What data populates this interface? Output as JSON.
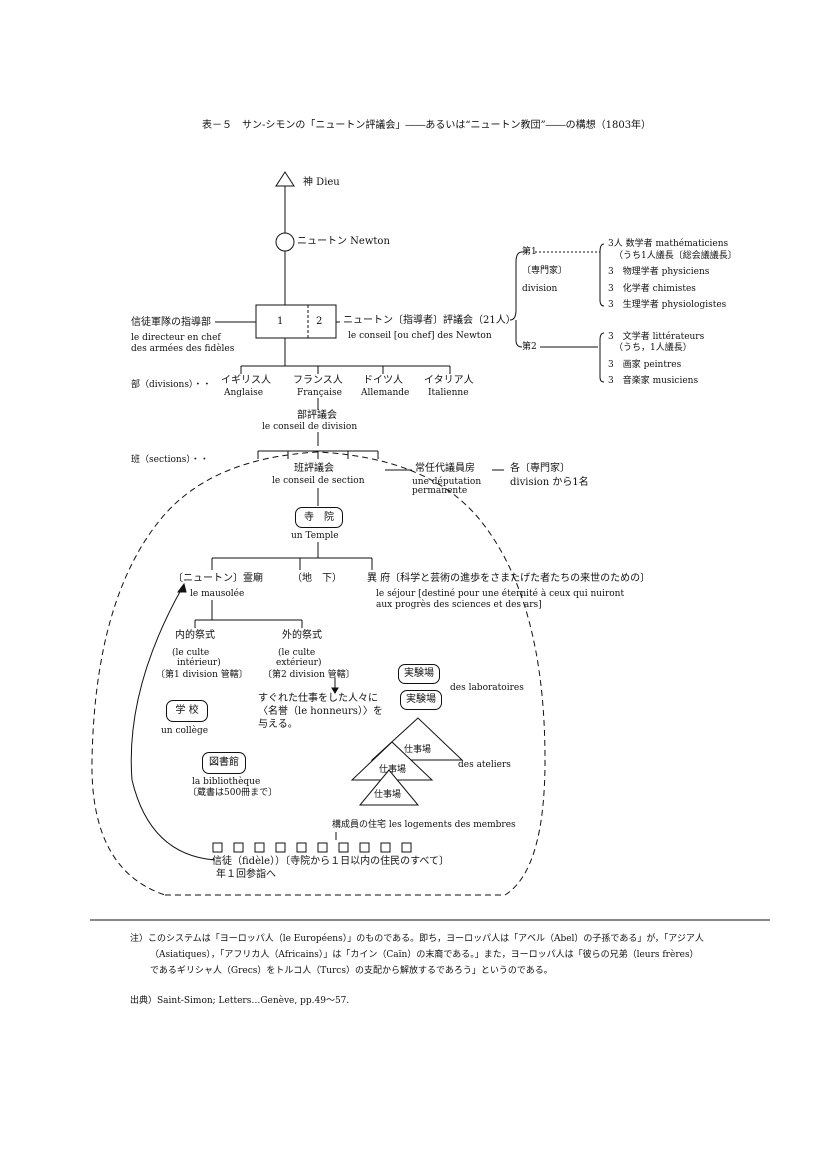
{
  "title": "表－５　サン-シモンの「ニュートン評議会」――あるいは“ニュートン教団”――の構想（1803年）",
  "nodes": {
    "god": "神 Dieu",
    "newton": "ニュートン Newton",
    "council": "ニュートン〔指導者〕評議会（21人）",
    "council_fr": "le conseil [ou chef] des Newton",
    "box1": "1",
    "box2": "2",
    "leaders": "信徒軍隊の指導部",
    "leaders_fr1": "le directeur en chef",
    "leaders_fr2": "des armées des fidèles",
    "divisions_label": "部（divisions）・・",
    "nations": [
      {
        "jp": "イギリス人",
        "fr": "Anglaise"
      },
      {
        "jp": "フランス人",
        "fr": "Française"
      },
      {
        "jp": "ドイツ人",
        "fr": "Allemande"
      },
      {
        "jp": "イタリア人",
        "fr": "Italienne"
      }
    ],
    "division_council": "部評議会",
    "division_council_fr": "le conseil de division",
    "sections_label": "班（sections）・・",
    "section_council": "班評議会",
    "section_council_fr": "le conseil de section",
    "permanent": "常任代議員房",
    "permanent_fr1": "une députation",
    "permanent_fr2": "permanente",
    "each": "各〔専門家〕",
    "each2": "division から1名",
    "temple": "寺　院",
    "temple_fr": "un Temple",
    "mausoleum": "〔ニュートン〕霊廟",
    "mausoleum_fr": "le mausolée",
    "underground": "（地　下）",
    "elysium": "異 府〔科学と芸術の進歩をさまたげた者たちの来世のための〕",
    "elysium_fr1": "le séjour [destiné pour une éternité à ceux qui nuiront",
    "elysium_fr2": "aux progrès des sciences et des ars]",
    "inner_rite": "内的祭式",
    "inner_fr1": "(le culte",
    "inner_fr2": "intérieur)",
    "inner_note": "〔第1 division 管轄〕",
    "outer_rite": "外的祭式",
    "outer_fr1": "(le culte",
    "outer_fr2": "extérieur)",
    "outer_note": "〔第2 division 管轄〕",
    "honors1": "すぐれた仕事をした人々に",
    "honors2": "〈名誉（le honneurs）〉を",
    "honors3": "与える。",
    "school": "学 校",
    "school_fr": "un collège",
    "library": "図書館",
    "library_fr": "la bibliothèque",
    "library_note": "〔蔵書は500冊まで〕",
    "lab1": "実験場",
    "lab2": "実験場",
    "labs_fr": "des laboratoires",
    "workshop1": "仕事場",
    "workshop2": "仕事場",
    "workshop3": "仕事場",
    "workshops_fr": "des ateliers",
    "housing": "構成員の住宅 les logements des membres",
    "believers": "信徒（fidèle））〔寺院から１日以内の住民のすべて〕",
    "yearly": "年１回参詣へ"
  },
  "divisions_side": {
    "div1_a": "第1",
    "div1_b": "〔専門家〕",
    "div1_c": "division",
    "div1_items": [
      "3人 数学者 mathématiciens",
      "（うち1人議長〔総会議議長〕",
      "3　物理学者 physiciens",
      "3　化学者 chimistes",
      "3　生理学者 physiologistes"
    ],
    "div2": "第2",
    "div2_items": [
      "3　文学者 littérateurs",
      "（うち，1人議長）",
      "3　画家 peintres",
      "3　音楽家 musiciens"
    ]
  },
  "footnote": {
    "note1": "注）このシステムは「ヨーロッパ人（le Européens）」のものである。即ち，ヨーロッパ人は「アベル（Abel）の子孫である」が，「アジア人",
    "note2": "（Asiatiques），「アフリカ人（Africains）」は「カイン（Caïn）の末裔である。」また，ヨーロッパ人は「彼らの兄弟（leurs frères）",
    "note3": "であるギリシャ人（Grecs）をトルコ人（Turcs）の支配から解放するであろう」というのである。",
    "source": "出典）Saint-Simon; Letters…Genève, pp.49～57."
  }
}
